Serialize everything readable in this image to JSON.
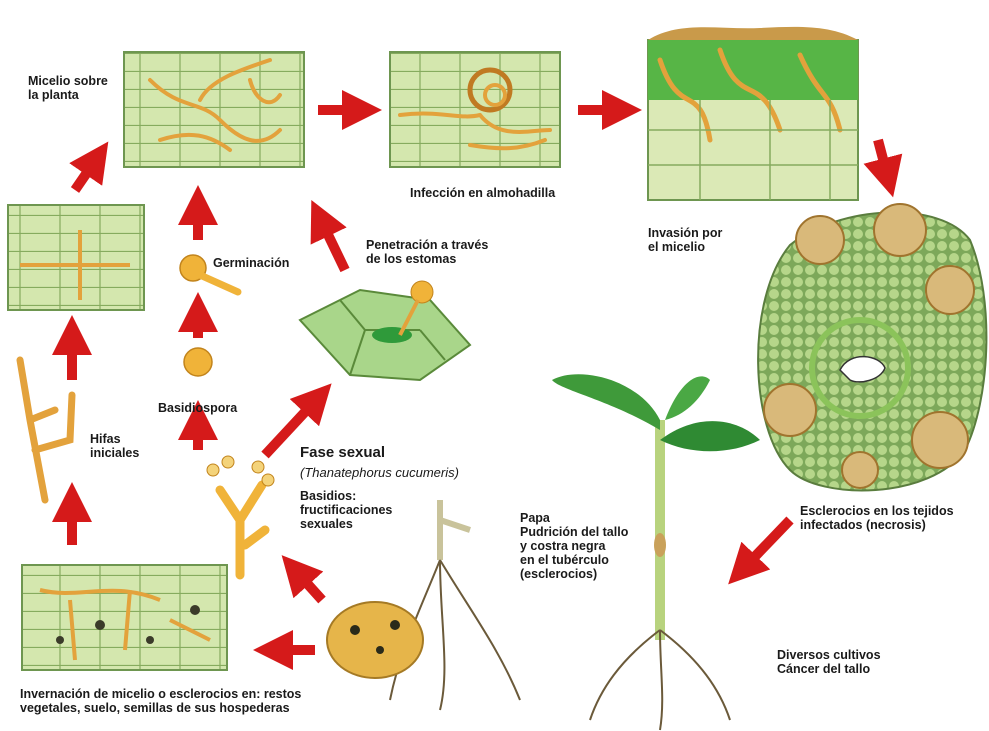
{
  "labels": {
    "micelio": [
      "Micelio sobre",
      "la planta"
    ],
    "infeccion": "Infección en almohadilla",
    "invasion": [
      "Invasión por",
      "el micelio"
    ],
    "germinacion": "Germinación",
    "penetracion": [
      "Penetración a través",
      "de los estomas"
    ],
    "basidiospora": "Basidiospora",
    "hifas": [
      "Hifas",
      "iniciales"
    ],
    "fase_sexual": "Fase sexual",
    "especie": "(Thanatephorus cucumeris)",
    "basidios": [
      "Basidios:",
      "fructificaciones",
      "sexuales"
    ],
    "papa_title": "Papa",
    "papa_text": [
      "Pudrición del tallo",
      "y costra negra",
      "en el tubérculo",
      "(esclerocios)"
    ],
    "esclerocios": [
      "Esclerocios en los tejidos",
      "infectados (necrosis)"
    ],
    "cultivos_title": "Diversos cultivos",
    "cultivos_text": "Cáncer del tallo",
    "invernacion": [
      "Invernación de micelio o esclerocios en: restos",
      "vegetales, suelo, semillas de sus hospederas"
    ]
  },
  "colors": {
    "arrow": "#d51a1a",
    "tissue": "#cfe3a8",
    "tissue_line": "#7fa35a",
    "hypha": "#e8a640",
    "leaf": "#3f9a3a",
    "potato": "#e2b54a"
  }
}
